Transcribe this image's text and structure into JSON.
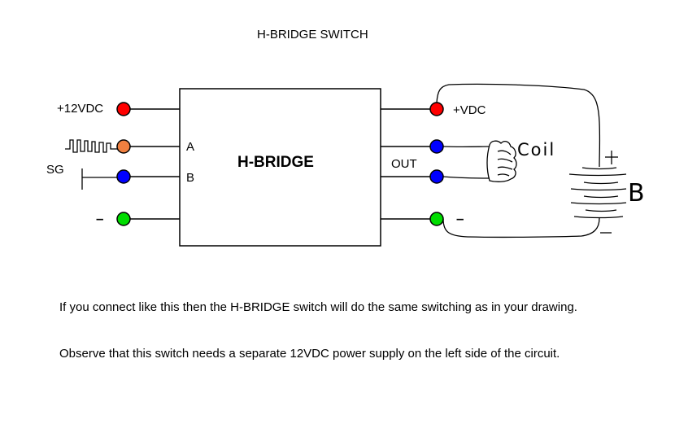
{
  "title": "H-BRIDGE SWITCH",
  "box_label": "H-BRIDGE",
  "left_labels": {
    "v12": "+12VDC",
    "a": "A",
    "b": "B",
    "sg": "SG",
    "minus": "–"
  },
  "right_labels": {
    "vdc": "+VDC",
    "out": "OUT",
    "minus": "–"
  },
  "handwritten": {
    "coil": "Coil",
    "plus": "+",
    "battery": "B",
    "minus": "–"
  },
  "paragraphs": {
    "p1_before": "If you connect like this then the ",
    "p1_term": "H-BRIDGE",
    "p1_after": " switch will do the same switching as in your drawing.",
    "p2": "Observe that this switch needs a separate 12VDC power supply on the left side of the circuit."
  },
  "colors": {
    "red": "#ff0000",
    "orange": "#f08040",
    "blue": "#0000ff",
    "green": "#00dd00"
  }
}
